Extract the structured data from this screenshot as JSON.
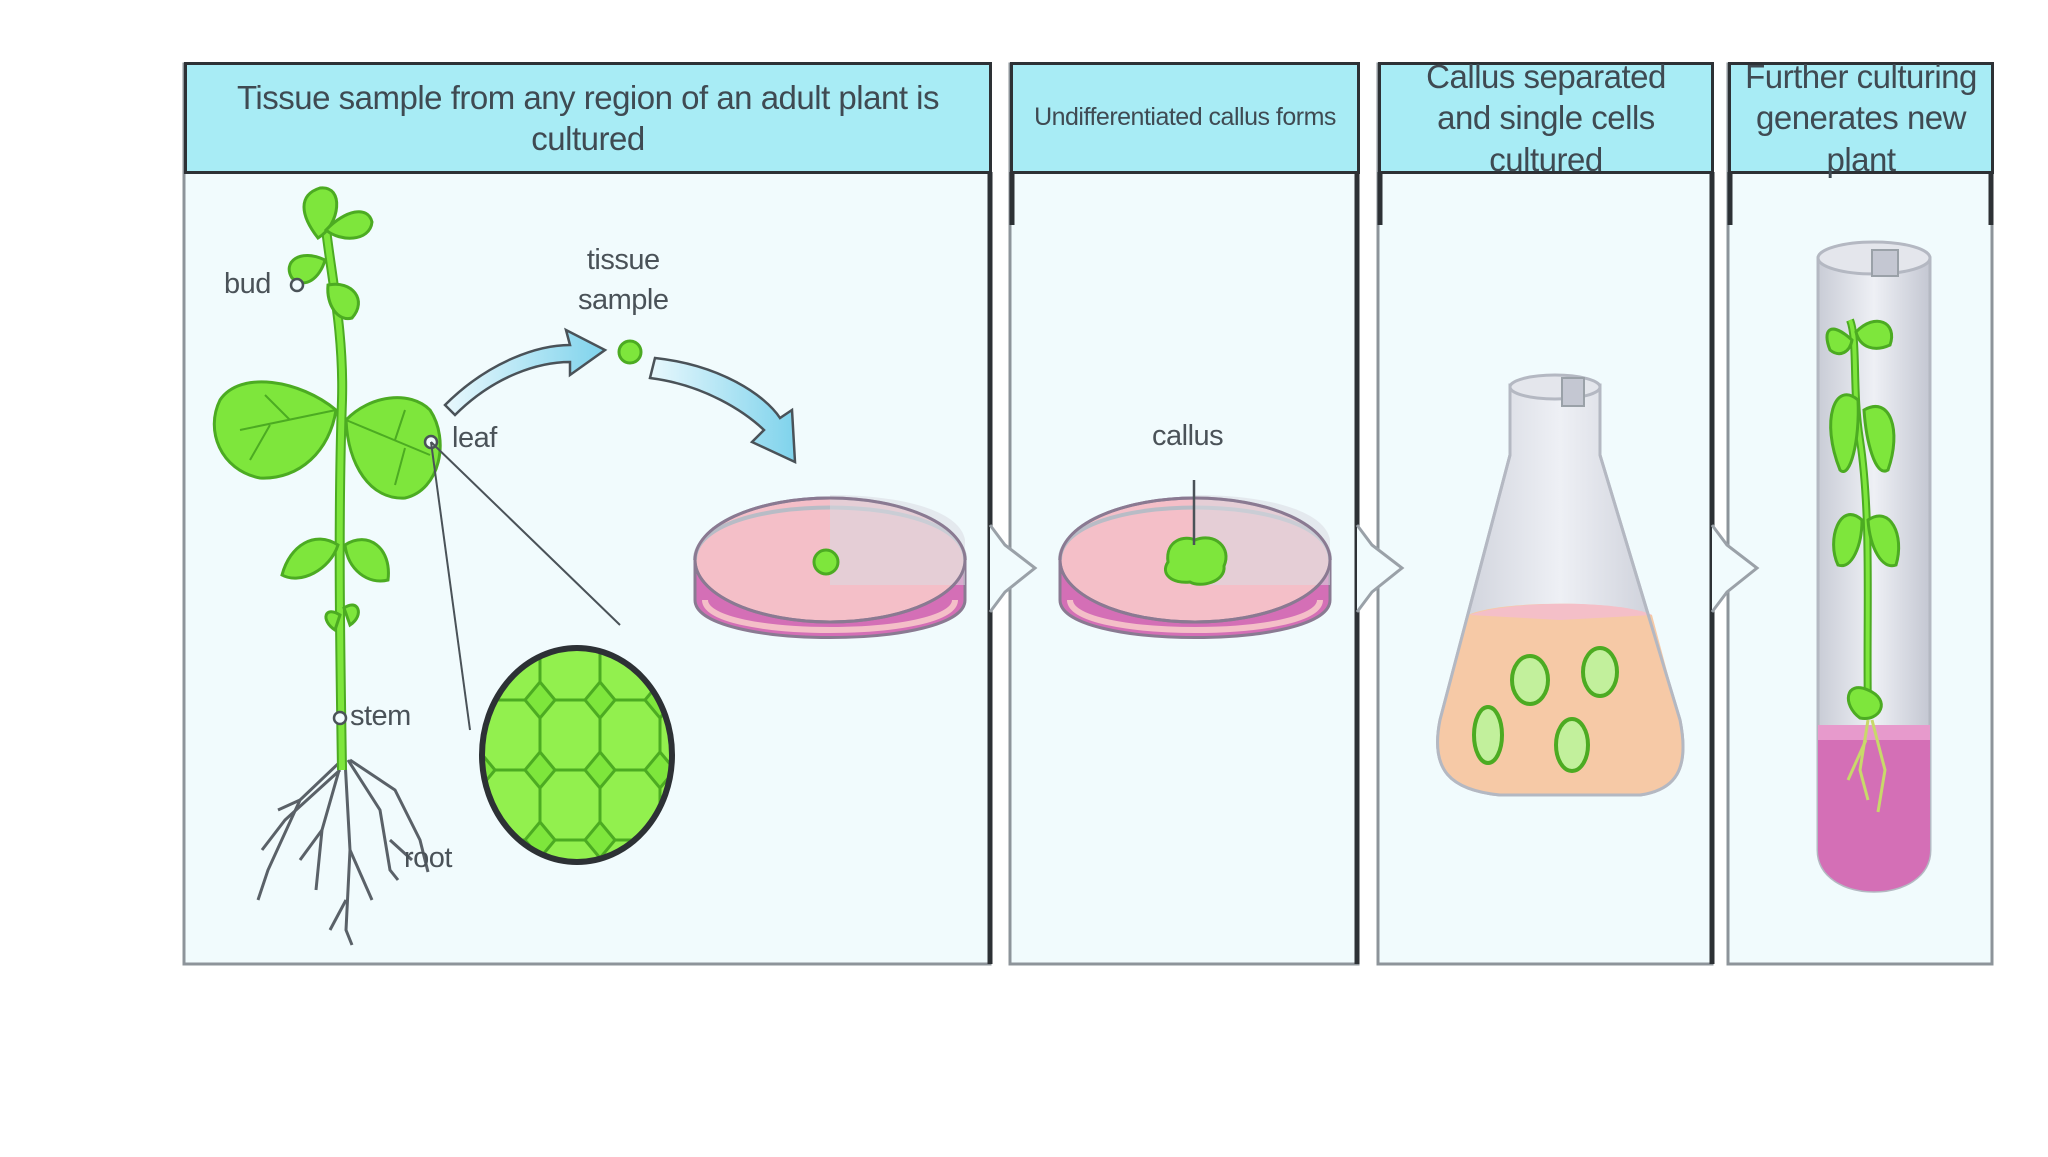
{
  "panels": [
    {
      "header": "Tissue sample from any region of an adult plant is cultured"
    },
    {
      "header": "Undifferentiated callus forms"
    },
    {
      "header": "Callus separated and single cells cultured"
    },
    {
      "header": "Further culturing generates new plant"
    }
  ],
  "labels": {
    "bud": "bud",
    "leaf": "leaf",
    "stem": "stem",
    "root": "root",
    "tissue_sample": "tissue\nsample",
    "callus": "callus"
  },
  "colors": {
    "header_bg": "#a8ecf5",
    "panel_bg": "#f1fbfd",
    "plant_green": "#7ee63c",
    "medium_pink": "#f4bfc8",
    "dish_magenta": "#d46fb6",
    "flask_medium": "#f6c9a6",
    "arrow_blue": "#7fd3ec"
  }
}
